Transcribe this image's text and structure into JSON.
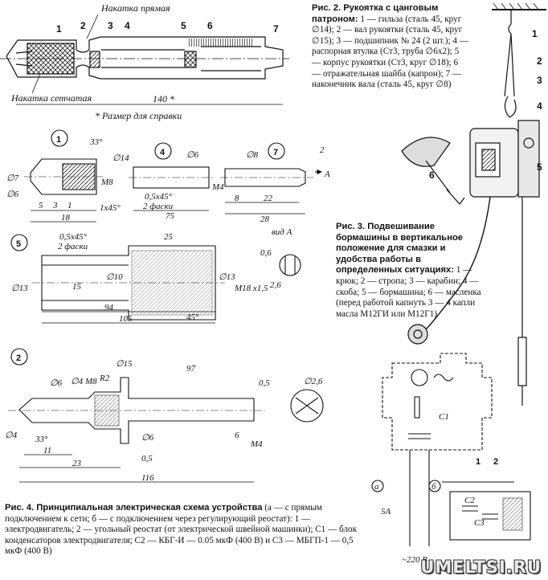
{
  "top_drawing": {
    "callout_top": "Накатка прямая",
    "callout_bottom": "Накатка сетчатая",
    "dim_total": "140 *",
    "footnote": "* Размер для справки",
    "part_numbers": [
      "1",
      "2",
      "3",
      "4",
      "5",
      "6",
      "7"
    ]
  },
  "fig2_caption": {
    "title": "Рис. 2. Рукоятка с цанговым патроном:",
    "body": "1 — гильза (сталь 45, круг ∅14); 2 — вал рукоятки (сталь 45, круг ∅15); 3 — подшипник № 24 (2 шт.); 4 — распорная втулка (Ст3, труба ∅6х2); 5 — корпус рукоятки (Ст3, круг ∅18); 6 — отражательная шайба (капрон); 7 — наконечник вала (сталь 45, круг ∅8)"
  },
  "part1": {
    "id": "1",
    "angle": "33°",
    "d1": "∅14",
    "d2": "∅7",
    "d3": "∅6",
    "thread": "М8",
    "chamfer": "1х45°",
    "dims": [
      "5",
      "3",
      "1",
      "18"
    ]
  },
  "part4": {
    "id": "4",
    "dia": "∅6",
    "chamfer": "0,5х45°",
    "chamfer_note": "2 фаски",
    "length": "75"
  },
  "part7": {
    "id": "7",
    "dia": "∅8",
    "thread": "М4",
    "dims": [
      "2",
      "8",
      "22",
      "28"
    ],
    "view_mark": "А"
  },
  "part5": {
    "id": "5",
    "chamfer": "0,5х45°",
    "chamfer_note": "2 фаски",
    "d_outer": "∅13",
    "d_inner": "∅10",
    "d_bore": "15",
    "thread": "М18 х1,5",
    "d_right": "∅13",
    "angle": "45°",
    "dims": [
      "25",
      "94",
      "105"
    ],
    "view_title": "вид А",
    "view_dims": [
      "0,6",
      "2,6"
    ]
  },
  "fig3_caption": {
    "title": "Рис. 3. Подвешивание бормашины в вертикальное положение для смазки и удобства работы в определенных ситуациях:",
    "body": "1 — крюк; 2 — стропа; 3 — карабин; 4 — скоба; 5 — бормашина; 6 — масленка (перед работой капнуть 3 — 4 капли масла М12ГИ или М12Г1)",
    "callouts": [
      "1",
      "2",
      "3",
      "4",
      "5",
      "6"
    ]
  },
  "part2": {
    "id": "2",
    "d_tip": "∅4",
    "d6": "∅6",
    "d4": "∅4",
    "thread": "М8",
    "radius": "R2",
    "d15": "∅15",
    "len_97": "97",
    "dim_05": "0,5",
    "d26": "∅2,6",
    "angle": "33°",
    "d_bottom": "∅6",
    "len_6": "6",
    "thread_r": "М4",
    "dims": [
      "11",
      "23",
      "116",
      "0,5"
    ]
  },
  "schematic": {
    "label_a": "а",
    "label_b": "б",
    "current": "5А",
    "supply": "~220 В",
    "components": [
      "С1",
      "С2",
      "С3"
    ],
    "callouts": [
      "1",
      "2"
    ]
  },
  "fig4_caption": {
    "title": "Рис. 4. Принципиальная электрическая схема устройства",
    "body": "(а — с прямым подключением к сети; б — с подключением через регулирующий реостат): 1 — электродвигатель; 2 — угольный реостат (от электрической швейной машинки); С1 — блок конденсаторов электродвигателя; С2 — КБГ-И — 0.05 мкФ (400 В) и С3 — МБГП-1 — 0,5 мкФ (400 В)"
  },
  "watermark": "UMELTSI.RU"
}
